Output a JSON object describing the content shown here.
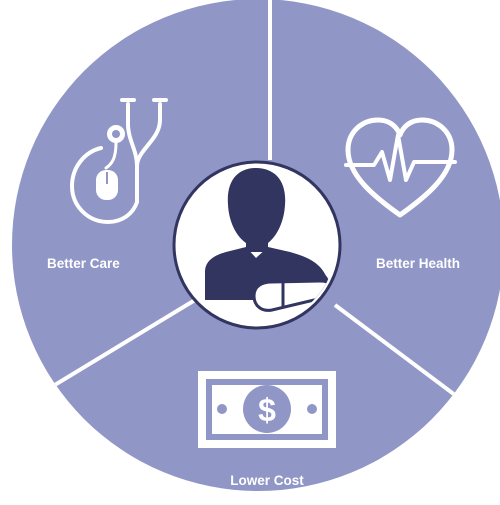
{
  "segments": [
    {
      "label": "Better Care",
      "icon": "stethoscope-icon"
    },
    {
      "label": "Better Health",
      "icon": "heart-pulse-icon"
    },
    {
      "label": "Lower Cost",
      "icon": "money-icon"
    }
  ],
  "center": {
    "icon": "patient-with-arm-sling-icon"
  },
  "colors": {
    "segment": "#9096c6",
    "center_fill": "#ffffff",
    "center_ring": "#323560",
    "figure": "#323560",
    "divider": "#ffffff",
    "label": "#ffffff"
  }
}
